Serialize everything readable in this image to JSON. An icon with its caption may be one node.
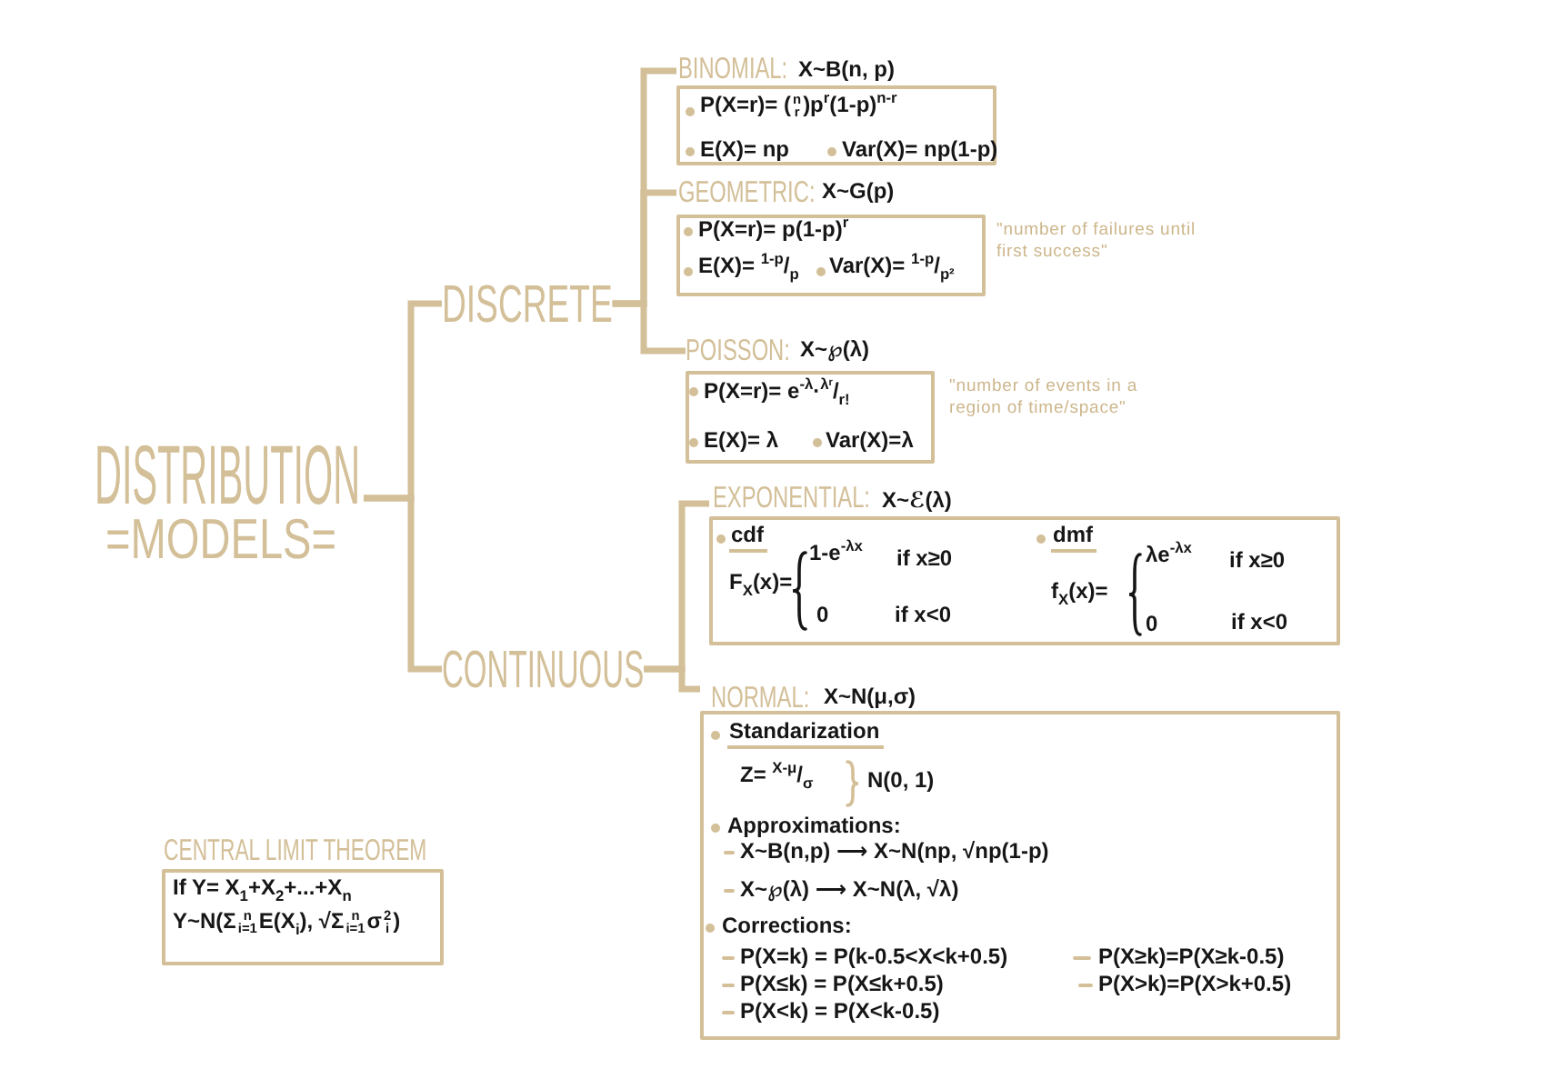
{
  "diagram": {
    "nodes": [
      {
        "text": [
          "DISTRIBUTION",
          "=MODELS="
        ]
      },
      {
        "text": [
          "DISCRETE"
        ]
      },
      {
        "text": [
          "BINOMIAL:",
          "X~B(n, p)",
          "P(X=r)= ($^{n}$$_{r}$)p$^{r}$(1-p)$^{n-r}$",
          "E(X)= np",
          "Var(X)= np(1-p)"
        ]
      },
      {
        "text": [
          "GEOMETRIC:",
          "X~G(p)",
          "P(X=r)= p(1-p)$^{r}$",
          "E(X)= $^{1-p}$/$_{p}$",
          "Var(X)= $^{1-p}$/$_{p²}$"
        ],
        "beside": [
          "\"number of failures until first success\""
        ]
      },
      {
        "text": [
          "POISSON:",
          "X~℘(λ)",
          "P(X=r)= e$^{-λ}$·$^{λʳ}$/$_{r!}$",
          "E(X)= λ",
          "Var(X)=λ"
        ],
        "beside": [
          "\"number of events in a region of time/space\""
        ]
      },
      {
        "text": [
          "CONTINUOUS"
        ]
      },
      {
        "text": [
          "EXPONENTIAL:",
          "X~ℰ(λ)",
          "cdf",
          "F$_{X}$(x)=",
          "1-e$^{-λx}$",
          "if x≥0",
          "0",
          "if x<0",
          "dmf",
          "f$_{X}$(x)=",
          "λe$^{-λx}$",
          "if x≥0",
          "0",
          "if x<0"
        ]
      },
      {
        "text": [
          "NORMAL:",
          "X~N(μ,σ)",
          "Standarization",
          "Z= $^{X-μ}$/$_{σ}$",
          "N(0, 1)",
          "Approximations:",
          "X~B(n,p) ⟶ X~N(np, √np(1-p)",
          "X~℘(λ) ⟶ X~N(λ, √λ)",
          "Corrections:",
          "P(X=k) = P(k-0.5<X<k+0.5)",
          "P(X≥k)=P(X≥k-0.5)",
          "P(X≤k) = P(X≤k+0.5)",
          "P(X>k)=P(X>k+0.5)",
          "P(X<k) = P(X<k-0.5)"
        ]
      },
      {
        "text": [
          "CENTRAL LIMIT THEOREM",
          "If Y= X$_{1}$+X$_{2}$+...+X$_{n}$",
          "Y~N(Σ$^{n}$$_{i=1}$E(X$_{i}$), √Σ$^{n}$$_{i=1}$σ$_{i}$$^{2}$)"
        ]
      }
    ],
    "edges": [
      {
        "from": 0,
        "to": 1,
        "arrow": "none"
      },
      {
        "from": 0,
        "to": 5,
        "arrow": "none"
      },
      {
        "from": 1,
        "to": 2,
        "arrow": "none"
      },
      {
        "from": 1,
        "to": 3,
        "arrow": "none"
      },
      {
        "from": 1,
        "to": 4,
        "arrow": "none"
      },
      {
        "from": 5,
        "to": 6,
        "arrow": "none"
      },
      {
        "from": 5,
        "to": 7,
        "arrow": "none"
      }
    ]
  }
}
